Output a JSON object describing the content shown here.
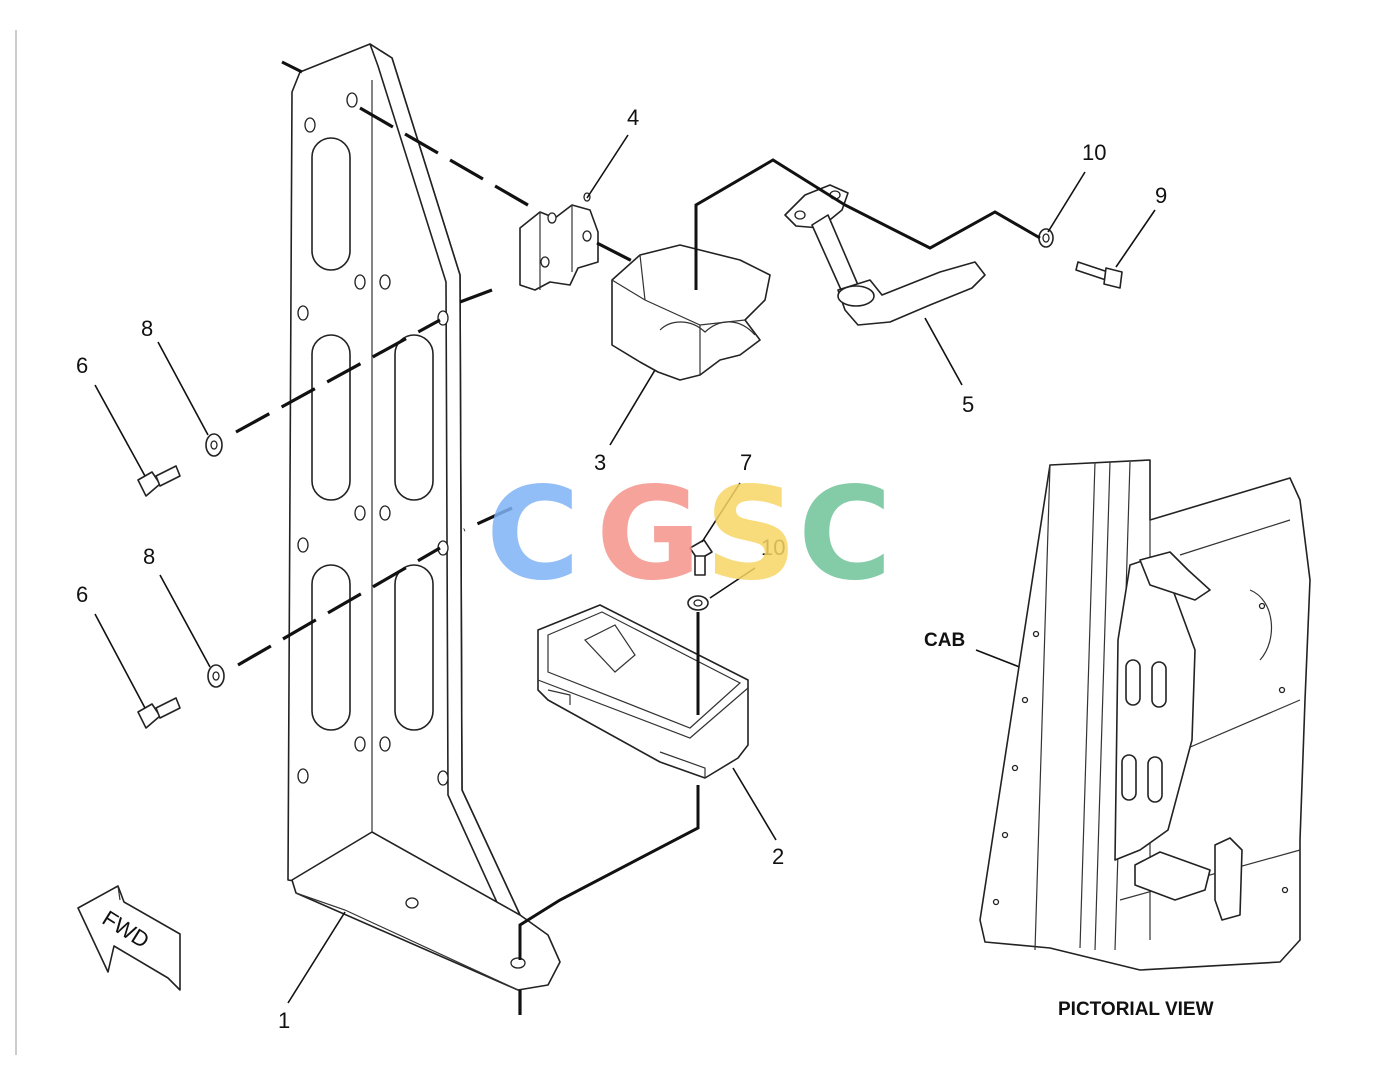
{
  "callouts": {
    "c1": "1",
    "c2": "2",
    "c3": "3",
    "c4": "4",
    "c5": "5",
    "c6a": "6",
    "c6b": "6",
    "c7": "7",
    "c8a": "8",
    "c8b": "8",
    "c9": "9",
    "c10a": "10",
    "c10b": "10"
  },
  "labels": {
    "fwd": "FWD",
    "cab": "CAB",
    "pictorial_view": "PICTORIAL VIEW"
  },
  "watermark": {
    "letters": [
      "C",
      "G",
      "S",
      "C"
    ],
    "colors": [
      "#7eb3f5",
      "#f4938a",
      "#f7d565",
      "#6fc39a"
    ]
  }
}
